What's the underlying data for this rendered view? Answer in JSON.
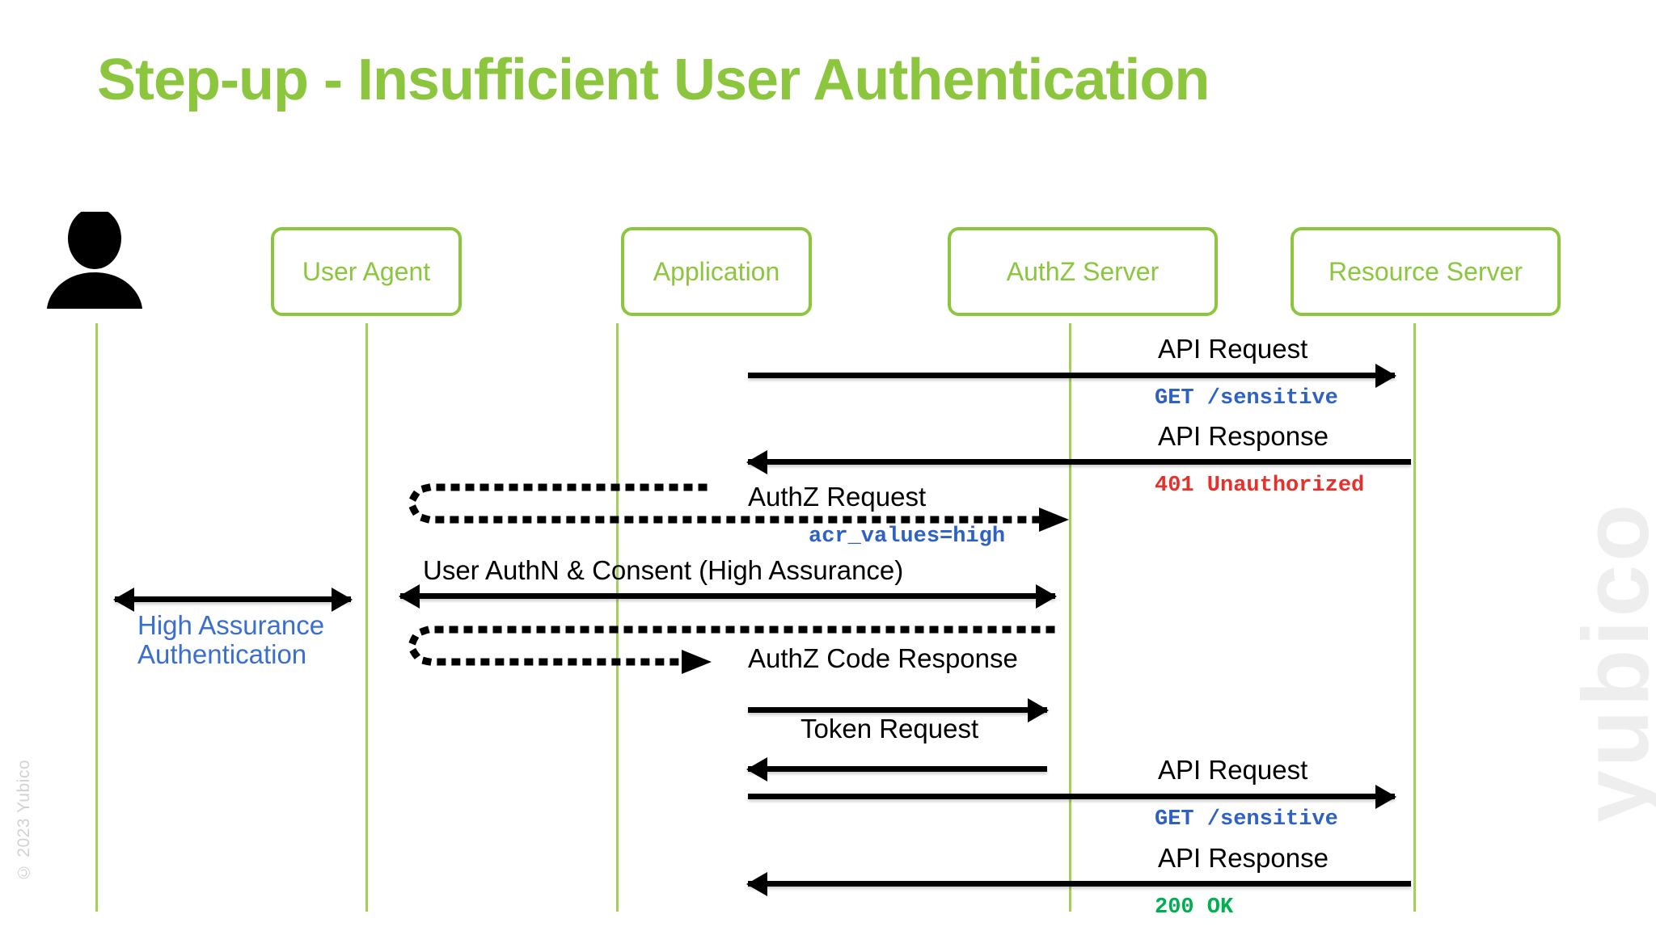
{
  "slide": {
    "title": "Step-up - Insufficient User Authentication",
    "brand_color": "#8cc63e",
    "accent_blue": "#2d62c4",
    "error_red": "#e8302a",
    "success_green": "#00b050",
    "watermark": "yubico",
    "copyright": "© 2023 Yubico"
  },
  "actors": [
    {
      "id": "user",
      "label": "",
      "icon": "person-icon"
    },
    {
      "id": "ua",
      "label": "User Agent",
      "icon": ""
    },
    {
      "id": "app",
      "label": "Application",
      "icon": ""
    },
    {
      "id": "authz",
      "label": "AuthZ Server",
      "icon": ""
    },
    {
      "id": "resource",
      "label": "Resource Server",
      "icon": ""
    }
  ],
  "messages": [
    {
      "id": "m1",
      "label": "API Request",
      "detail": "GET /sensitive",
      "detail_color": "blue"
    },
    {
      "id": "m2",
      "label": "API Response",
      "detail": "401 Unauthorized",
      "detail_color": "red"
    },
    {
      "id": "m3",
      "label": "AuthZ Request",
      "detail": "acr_values=high",
      "detail_color": "blue"
    },
    {
      "id": "m4",
      "label": "User AuthN & Consent (High Assurance)",
      "detail": "",
      "detail_color": ""
    },
    {
      "id": "m5",
      "label": "High Assurance Authentication",
      "detail": "",
      "detail_color": "blue"
    },
    {
      "id": "m6",
      "label": "AuthZ Code Response",
      "detail": "",
      "detail_color": ""
    },
    {
      "id": "m7",
      "label": "Token Request",
      "detail": "",
      "detail_color": ""
    },
    {
      "id": "m8",
      "label": "API Request",
      "detail": "GET /sensitive",
      "detail_color": "blue"
    },
    {
      "id": "m9",
      "label": "API Response",
      "detail": "200 OK",
      "detail_color": "green"
    }
  ]
}
